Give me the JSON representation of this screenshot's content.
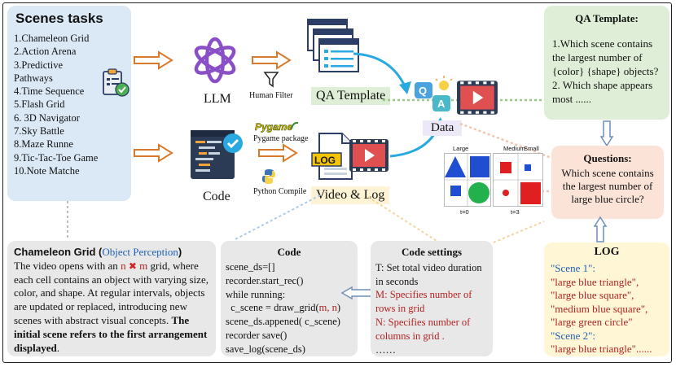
{
  "scenes_tasks": {
    "title": "Scenes tasks",
    "items": [
      "1.Chameleon Grid",
      "2.Action Arena",
      "3.Predictive Pathways",
      "4.Time Sequence",
      "5.Flash Grid",
      "6. 3D Navigator",
      "7.Sky Battle",
      "8.Maze Runne",
      "9.Tic-Tac-Toe Game",
      "10.Note Matche"
    ]
  },
  "pipeline": {
    "llm_label": "LLM",
    "human_filter_label": "Human Filter",
    "qa_template_label": "QA Template",
    "code_label": "Code",
    "pygame_logo_text": "Pygame",
    "pygame_label": "Pygame package",
    "python_label": "Python Compile",
    "log_icon_text": "LOG",
    "video_log_label": "Video & Log",
    "data_label": "Data",
    "qa_icon_q": "Q",
    "qa_icon_a": "A"
  },
  "scene_example": {
    "large_label": "Large",
    "medium_label": "Medium",
    "small_label": "Small",
    "t0_label": "t=0",
    "t3_label": "t=3"
  },
  "qa_template_panel": {
    "title": "QA Template:",
    "lines": [
      "1.Which scene contains",
      "the largest number of",
      "{color} {shape} objects?",
      "2. Which shape appears",
      "most ......"
    ]
  },
  "questions_panel": {
    "title": "Questions:",
    "lines": [
      "Which scene contains",
      "the  largest number of",
      "large blue circle?"
    ]
  },
  "log_panel": {
    "title": "LOG",
    "lines": [
      {
        "text": "\"Scene 1\":",
        "color": "#1f5fb4"
      },
      {
        "text": "\"large blue triangle\",",
        "color": "#b22222"
      },
      {
        "text": "\"large blue square\",",
        "color": "#b22222"
      },
      {
        "text": "\"medium blue square\",",
        "color": "#b22222"
      },
      {
        "text": "\"large green circle\"",
        "color": "#b22222"
      },
      {
        "text": "\"Scene 2\":",
        "color": "#1f5fb4"
      },
      {
        "text": "\"large blue triangle\"......",
        "color": "#b22222"
      }
    ]
  },
  "chameleon_panel": {
    "title": "Chameleon Grid (",
    "subtitle": "Object Perception",
    "close_paren": ")",
    "line1_prefix": "The video opens with an ",
    "n_var": "n",
    "times_icon": "✖",
    "m_var": "m",
    "line1_suffix": "  grid,",
    "body": "where each cell contains an object with varying size, color, and shape. At regular intervals, objects are updated or replaced, introducing new scenes with abstract visual concepts.",
    "bold_text": "The initial scene refers to the first arrangement displayed",
    "end": "."
  },
  "code_panel": {
    "title": "Code",
    "lines": [
      "scene_ds=[]",
      "recorder.start_rec()",
      "while running:",
      "  c_scene = draw_grid(",
      "scene_ds.appened( c_scene)",
      "recorder save()",
      "save_log(scene_ds)"
    ],
    "draw_args": "m, n",
    "draw_close": ")"
  },
  "code_settings_panel": {
    "title": "Code settings",
    "t_line": "T: Set total video duration in seconds",
    "m_line": "M: Specifies  number of rows in  grid",
    "n_line": "N: Specifies number of columns in  grid .",
    "ellipsis": "……"
  }
}
